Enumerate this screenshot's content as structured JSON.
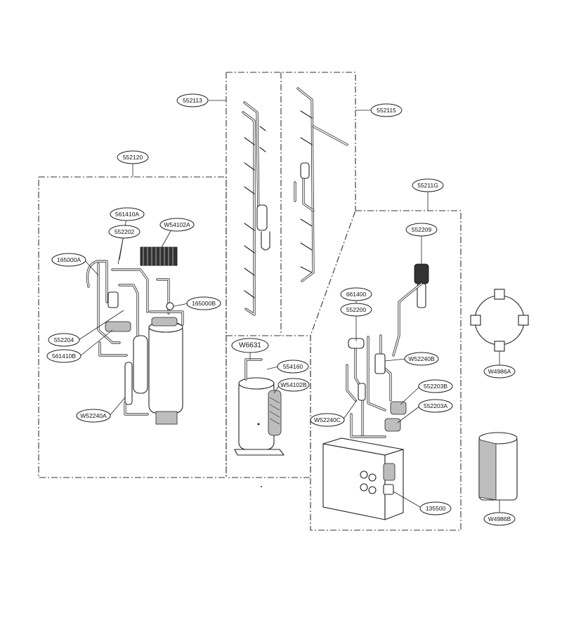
{
  "labels": {
    "l552113": "552113",
    "l552115": "552115",
    "l552120": "552120",
    "l55211G": "55211G",
    "l561410A": "561410A",
    "l552202": "552202",
    "lW54102A": "W54102A",
    "l165000A": "165000A",
    "l165000B": "165000B",
    "l552204": "552204",
    "l561410B": "561410B",
    "lW52240A": "W52240A",
    "lW6631": "W6631",
    "l554160": "554160",
    "lW54102B": "W54102B",
    "l552209": "552209",
    "l661400": "661400",
    "l552200": "552200",
    "lW52240B": "W52240B",
    "l552203B": "552203B",
    "l552203A": "552203A",
    "lW52240C": "W52240C",
    "l135500": "135500",
    "lW4986A": "W4986A",
    "lW4986B": "W4986B"
  }
}
